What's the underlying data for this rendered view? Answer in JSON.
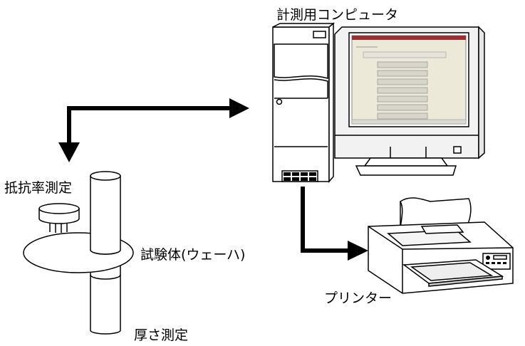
{
  "labels": {
    "computer": "計測用コンピュータ",
    "resistivity": "抵抗率測定",
    "specimen": "試験体(ウェーハ)",
    "thickness": "厚さ測定",
    "printer": "プリンター"
  },
  "colors": {
    "arrow": "#000000",
    "stroke": "#000000",
    "cabinet": "#ffffff",
    "monitor_body": "#f2f2f2",
    "screen_bg": "#ece9d8",
    "screen_title": "#9a2f30",
    "screen_buttons": "#d8d6cb"
  },
  "icons": {
    "computer": "desktop-tower-and-crt-monitor",
    "printer": "inkjet-printer-with-paper",
    "resistivity_probe": "four-point-probe",
    "wafer": "wafer-on-cylinder"
  }
}
